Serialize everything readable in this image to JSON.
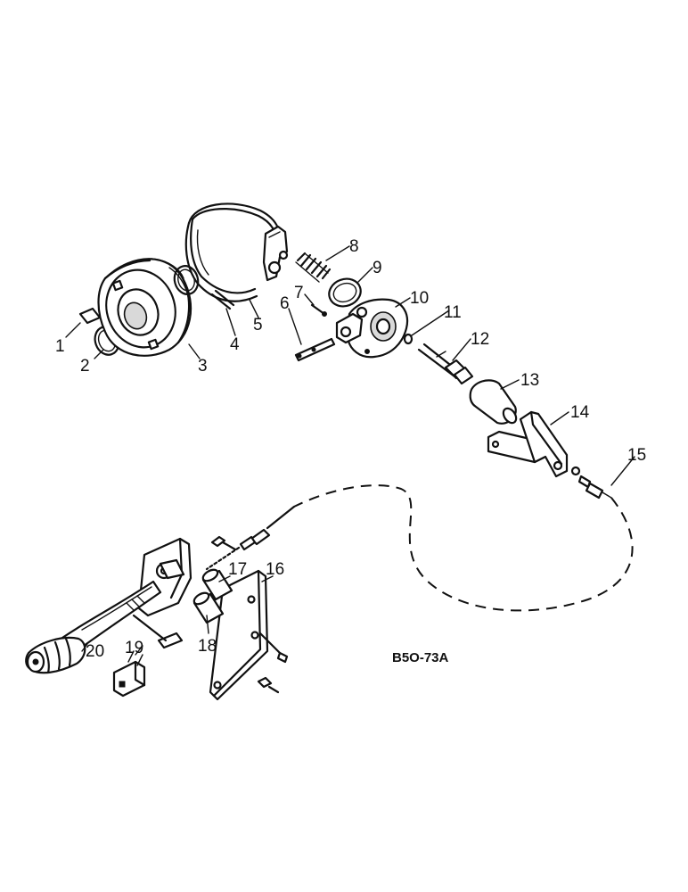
{
  "diagram": {
    "drawing_code": "B5O-73A",
    "callouts": [
      "1",
      "2",
      "3",
      "4",
      "5",
      "6",
      "7",
      "8",
      "9",
      "10",
      "11",
      "12",
      "13",
      "14",
      "15",
      "16",
      "17",
      "18",
      "19",
      "20"
    ]
  }
}
